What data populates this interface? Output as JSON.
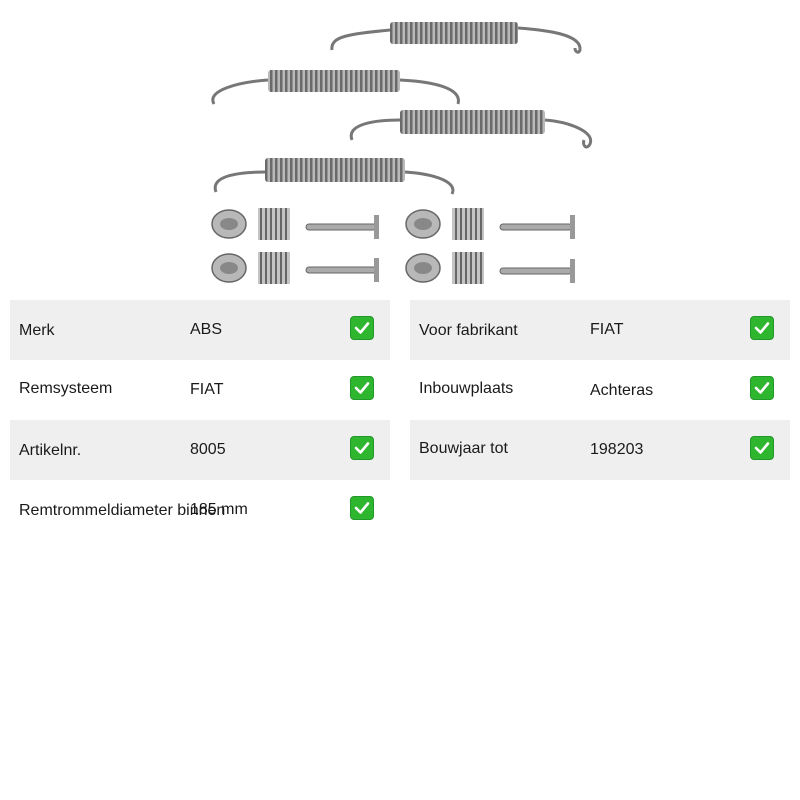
{
  "image": {
    "subject": "brake-shoe-fitting-kit"
  },
  "left_specs": [
    {
      "label": "Merk",
      "value": "ABS",
      "icon": "check-icon"
    },
    {
      "label": "Remsysteem",
      "value": "FIAT",
      "icon": "check-icon"
    },
    {
      "label": "Artikelnr.",
      "value": "8005",
      "icon": "check-icon"
    },
    {
      "label": "Remtrommeldiameter binnen",
      "value": "185 mm",
      "icon": "check-icon"
    }
  ],
  "right_specs": [
    {
      "label": "Voor fabrikant",
      "value": "FIAT",
      "icon": "check-icon"
    },
    {
      "label": "Inbouwplaats",
      "value": "Achteras",
      "icon": "check-icon"
    },
    {
      "label": "Bouwjaar tot",
      "value": "198203",
      "icon": "check-icon"
    }
  ],
  "colors": {
    "row_shade": "#efefef",
    "check_green": "#2fb62f"
  }
}
